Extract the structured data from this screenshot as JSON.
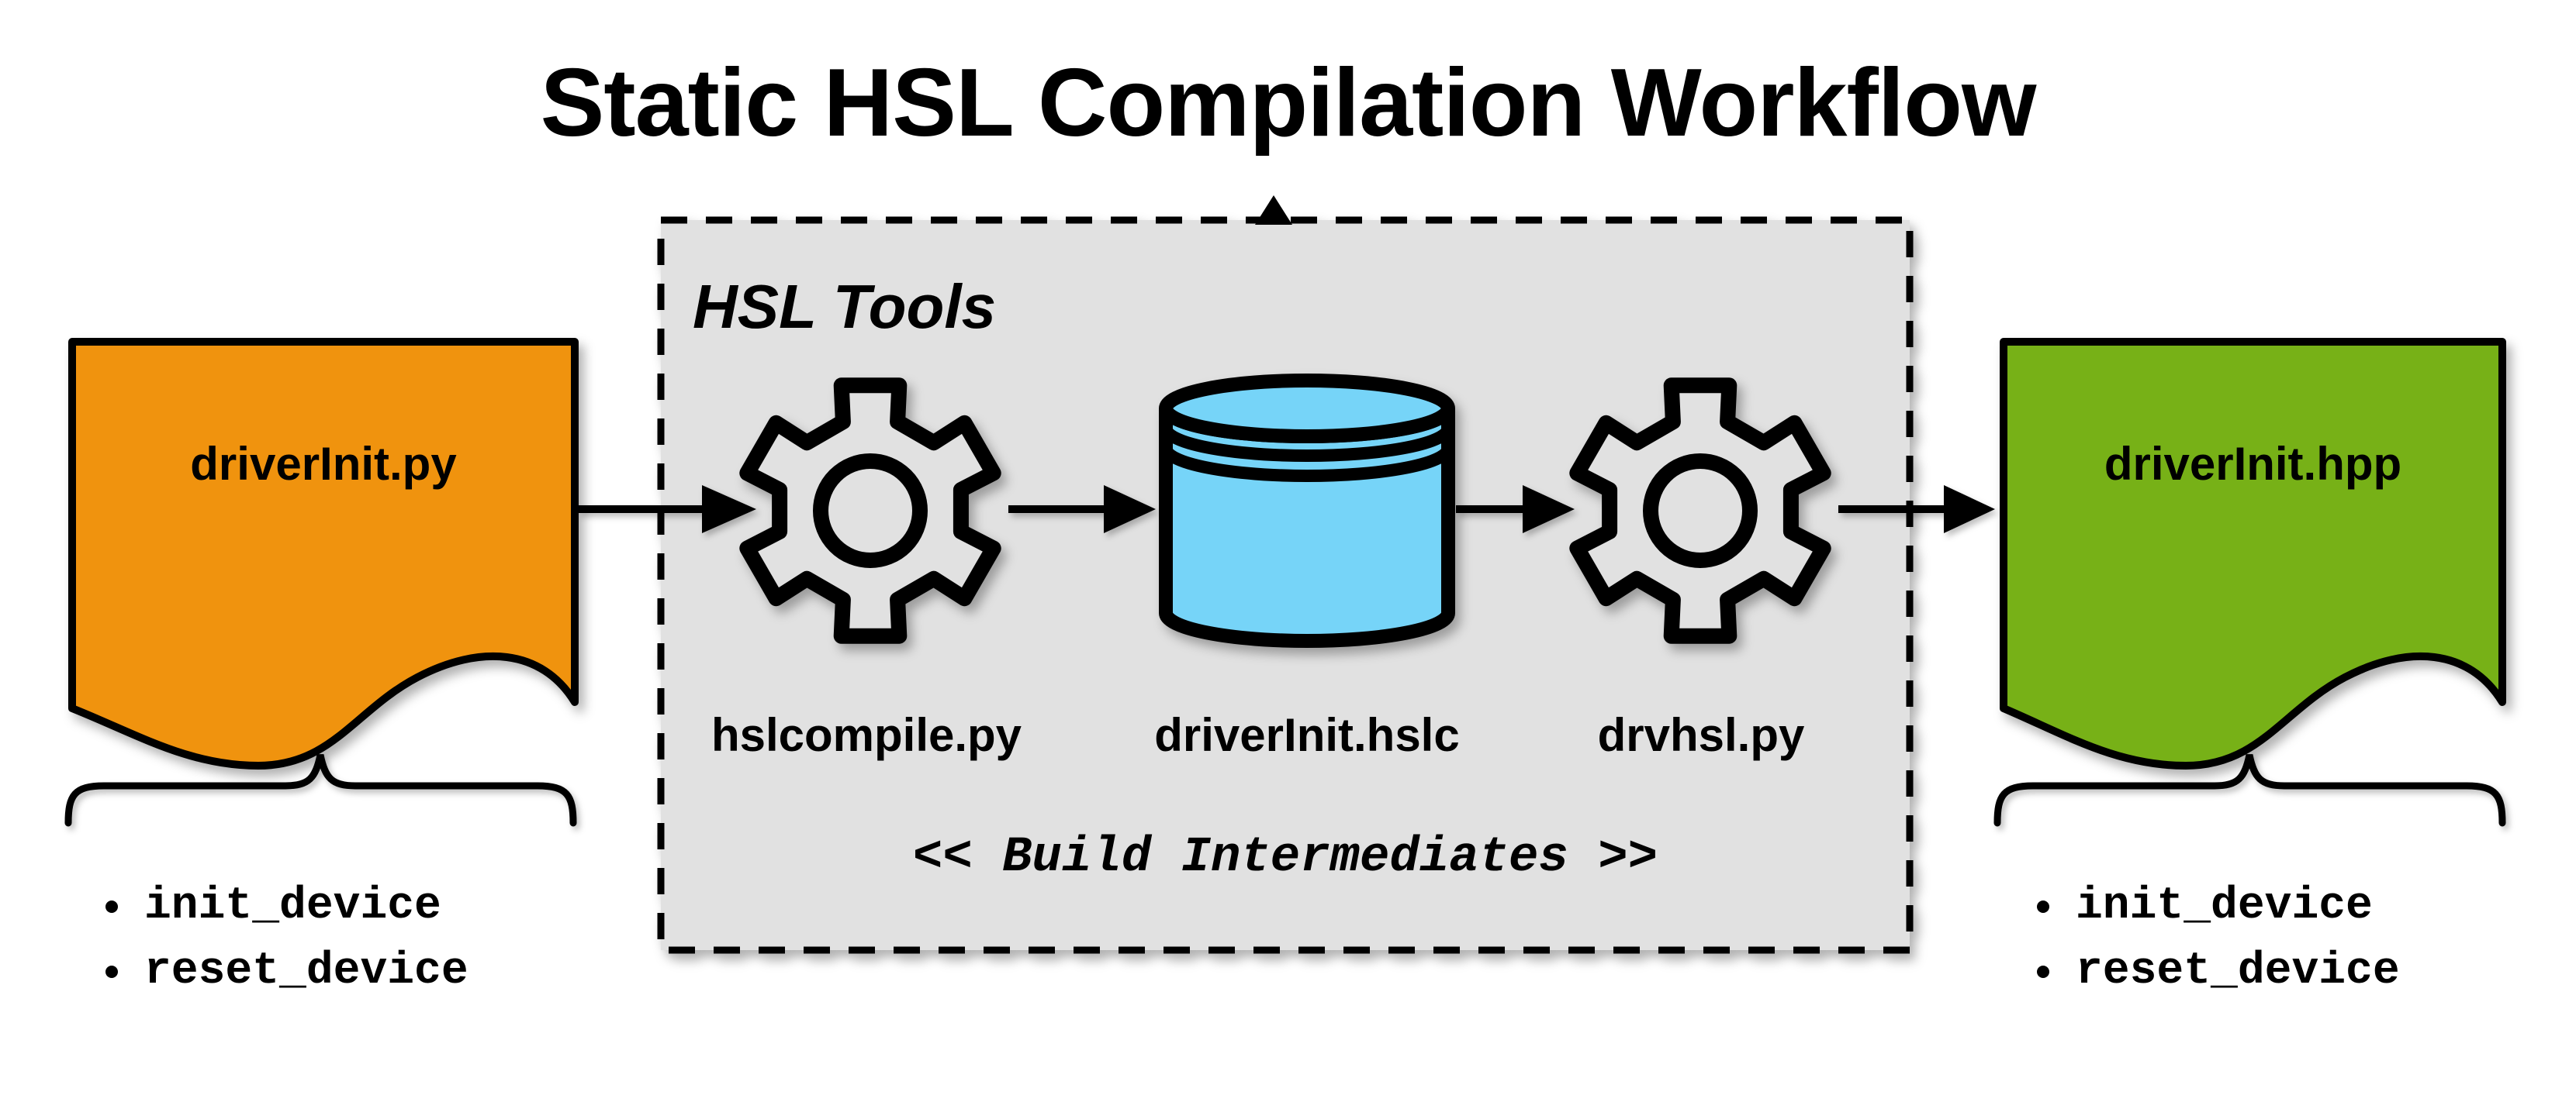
{
  "title": "Static HSL Compilation Workflow",
  "tools_box": {
    "label": "HSL Tools",
    "caption": "<< Build Intermediates >>"
  },
  "nodes": {
    "source_file": {
      "label": "driverInit.py",
      "color": "#F0930E",
      "type": "document"
    },
    "compiler": {
      "label": "hslcompile.py",
      "type": "gear-icon"
    },
    "intermediate": {
      "label": "driverInit.hslc",
      "color": "#76D4F8",
      "type": "database-icon"
    },
    "generator": {
      "label": "drvhsl.py",
      "type": "gear-icon"
    },
    "output_file": {
      "label": "driverInit.hpp",
      "color": "#77B117",
      "type": "document"
    }
  },
  "source_functions": {
    "items": [
      "init_device",
      "reset_device"
    ]
  },
  "output_functions": {
    "items": [
      "init_device",
      "reset_device"
    ]
  },
  "colors": {
    "box_fill": "#E1E1E1",
    "stroke": "#000000",
    "background": "#FFFFFF"
  }
}
